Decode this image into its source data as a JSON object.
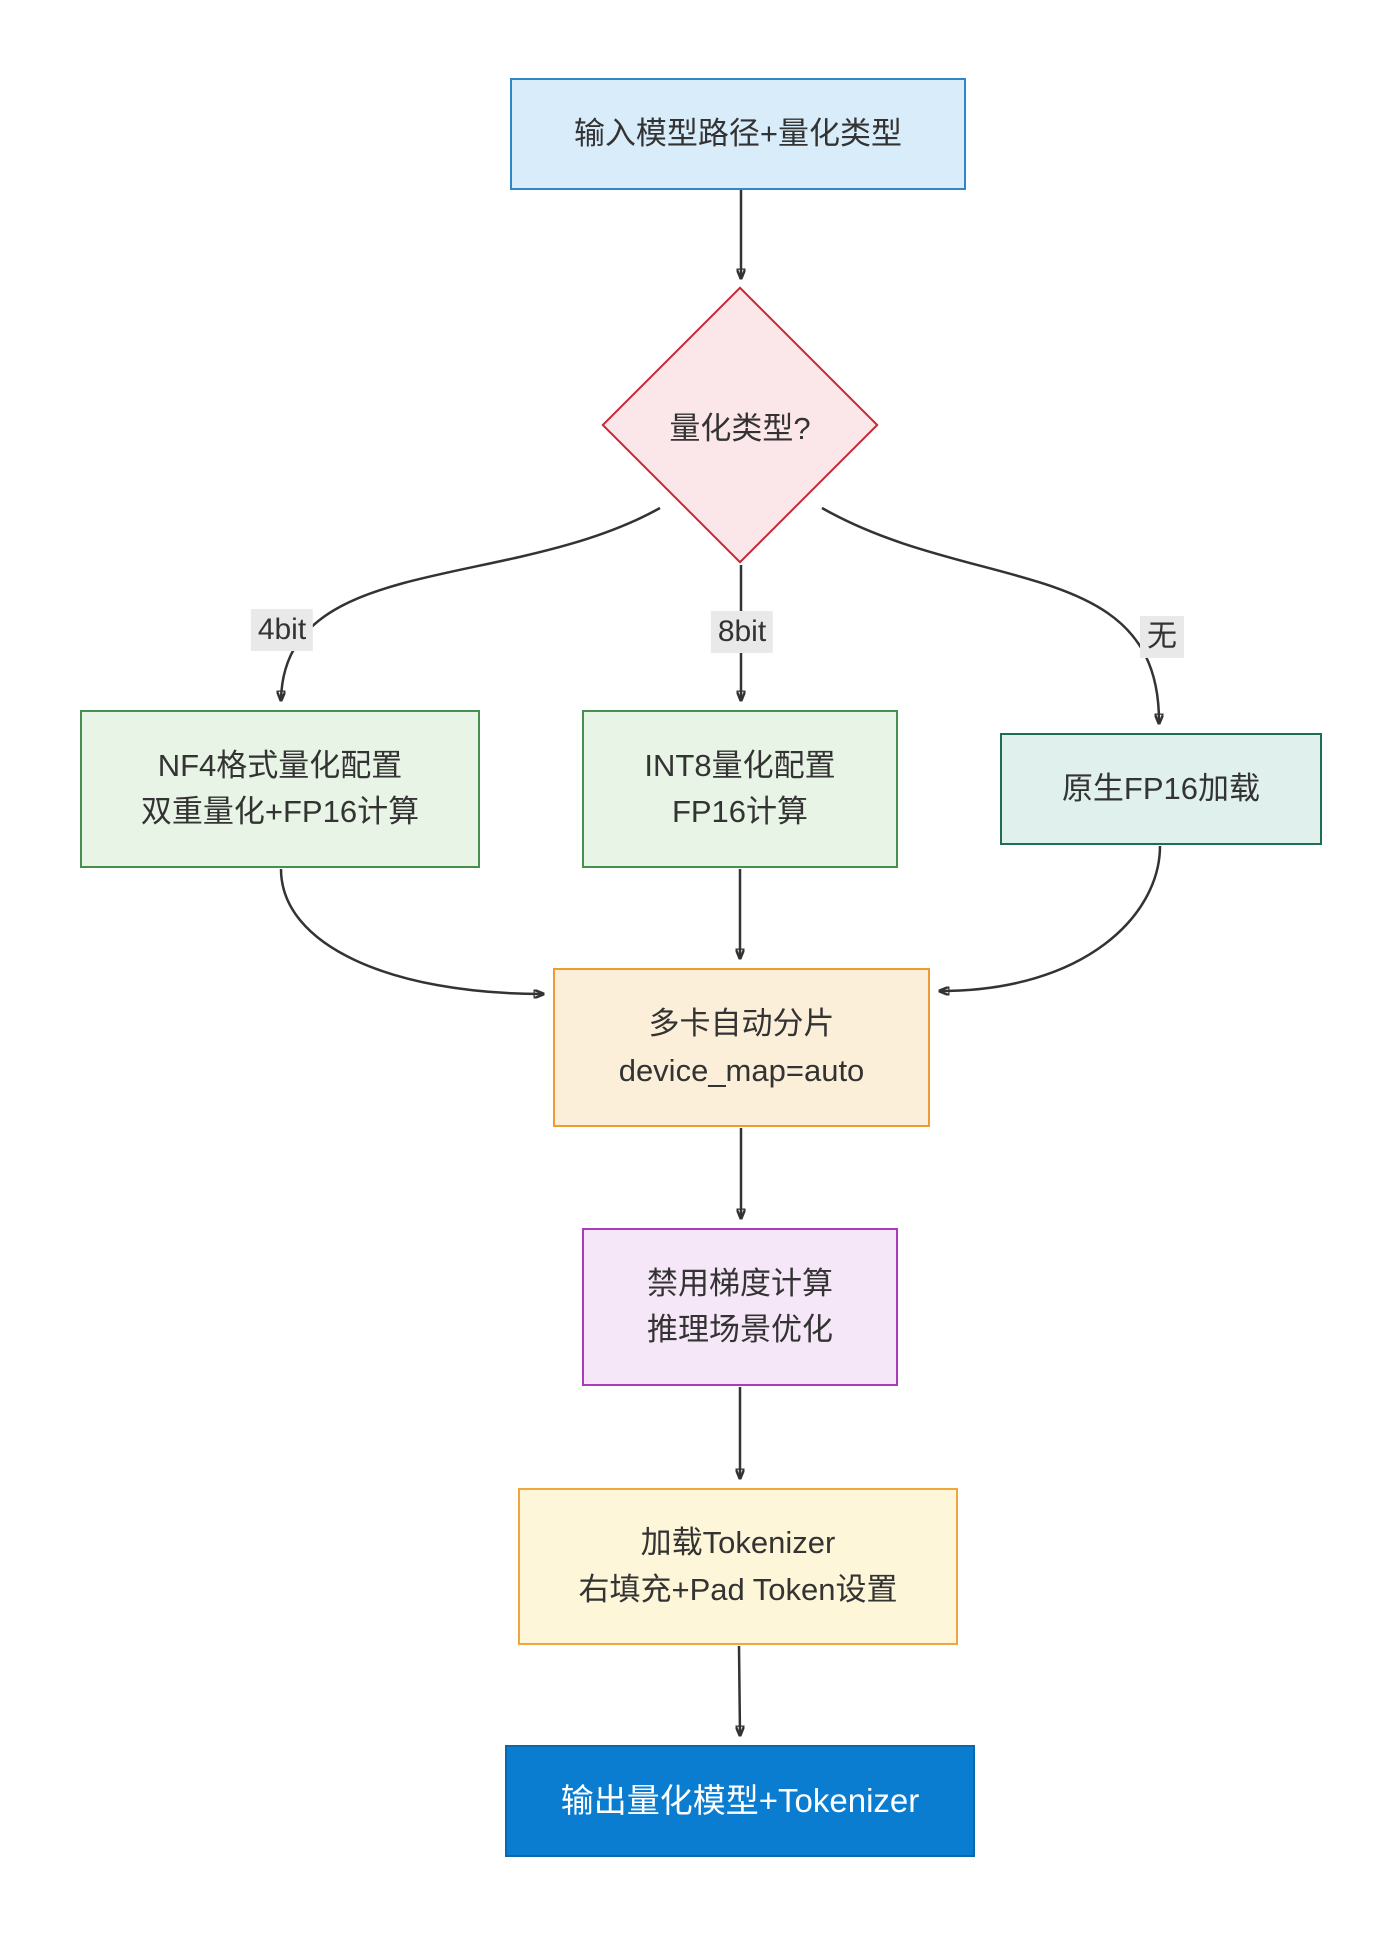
{
  "flowchart": {
    "nodes": {
      "start": {
        "text": "输入模型路径+量化类型",
        "fill": "#d9ecfa",
        "border": "#2f86c8"
      },
      "decision": {
        "text": "量化类型?",
        "fill": "#fbe7ea",
        "border": "#c62b36"
      },
      "nf4": {
        "line1": "NF4格式量化配置",
        "line2": "双重量化+FP16计算",
        "fill": "#e8f4e5",
        "border": "#44904c"
      },
      "int8": {
        "line1": "INT8量化配置",
        "line2": "FP16计算",
        "fill": "#e8f4e5",
        "border": "#44904c"
      },
      "fp16": {
        "text": "原生FP16加载",
        "fill": "#e0f1ed",
        "border": "#1f6e54"
      },
      "device_map": {
        "line1": "多卡自动分片",
        "line2": "device_map=auto",
        "fill": "#fcefd9",
        "border": "#ee9b34"
      },
      "no_grad": {
        "line1": "禁用梯度计算",
        "line2": "推理场景优化",
        "fill": "#f5e7f7",
        "border": "#a93cb9"
      },
      "tokenizer": {
        "line1": "加载Tokenizer",
        "line2": "右填充+Pad Token设置",
        "fill": "#fdf6d8",
        "border": "#f0a63c"
      },
      "output": {
        "text": "输出量化模型+Tokenizer",
        "fill": "#0b7dd1",
        "border": "#0a68ad",
        "text_color": "#ffffff"
      }
    },
    "edge_labels": {
      "bit4": "4bit",
      "bit8": "8bit",
      "none": "无"
    },
    "edge_label_bg": "#e9e9e9",
    "arrow_color": "#333333"
  }
}
